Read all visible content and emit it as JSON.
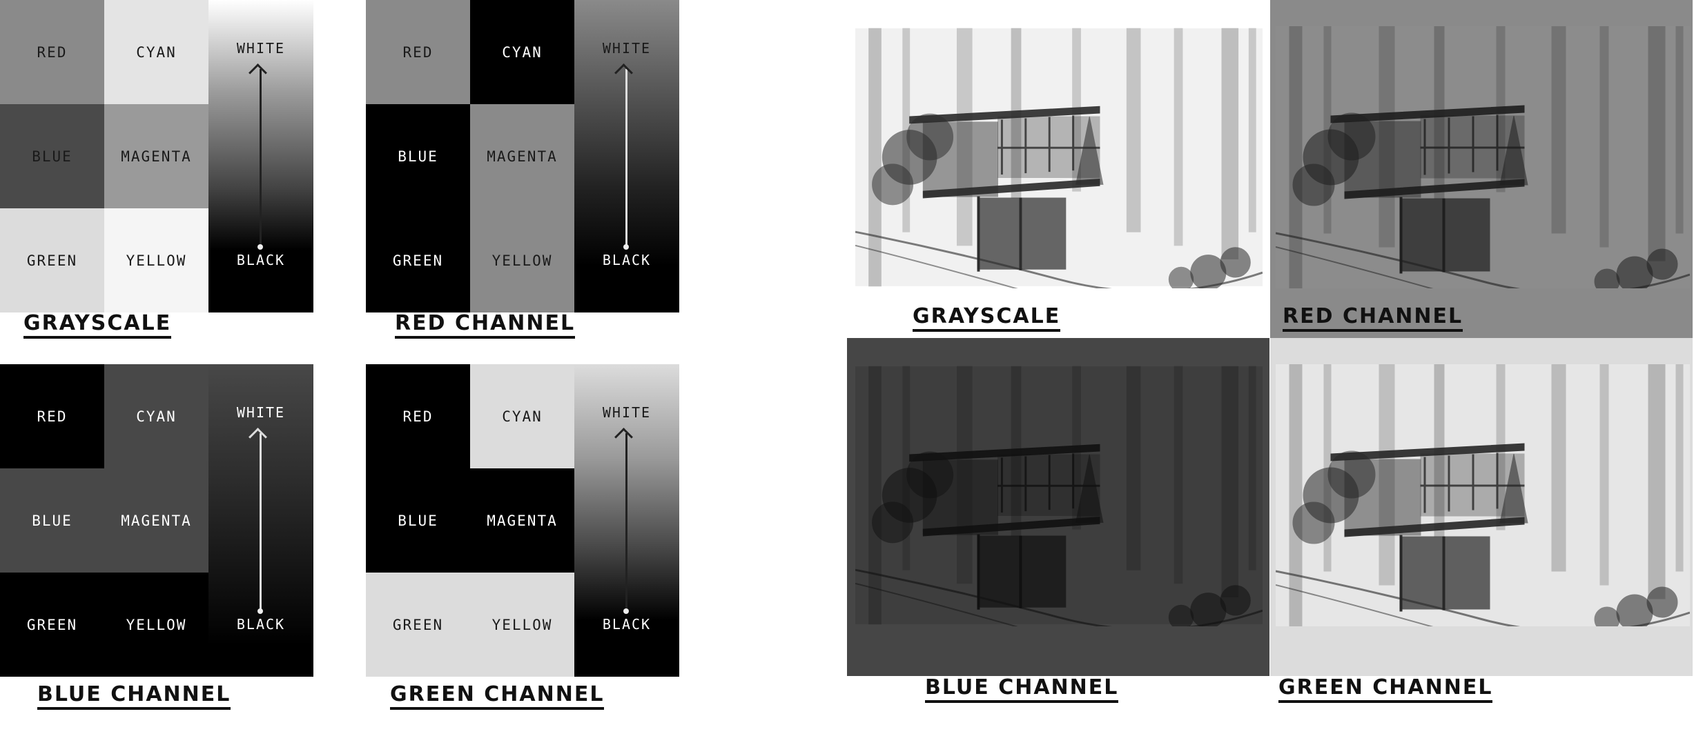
{
  "cell_labels": {
    "red": "RED",
    "cyan": "CYAN",
    "blue": "BLUE",
    "magenta": "MAGENTA",
    "green": "GREEN",
    "yellow": "YELLOW"
  },
  "gradient_labels": {
    "top": "WHITE",
    "bottom": "BLACK"
  },
  "captions": {
    "chart_grayscale": "GRAYSCALE",
    "chart_red": "RED CHANNEL",
    "chart_blue": "BLUE CHANNEL",
    "chart_green": "GREEN CHANNEL",
    "photo_grayscale": "GRAYSCALE",
    "photo_red": "RED CHANNEL",
    "photo_blue": "BLUE CHANNEL",
    "photo_green": "GREEN CHANNEL"
  },
  "colors": {
    "grayscale": {
      "red": "#8a8a8a",
      "cyan": "#e4e4e4",
      "blue": "#4a4a4a",
      "magenta": "#9a9a9a",
      "green": "#dcdcdc",
      "yellow": "#f5f5f5"
    },
    "red_channel": {
      "red": "#8a8a8a",
      "cyan": "#000000",
      "blue": "#000000",
      "magenta": "#8a8a8a",
      "green": "#000000",
      "yellow": "#8a8a8a"
    },
    "blue_channel": {
      "red": "#000000",
      "cyan": "#484848",
      "blue": "#484848",
      "magenta": "#484848",
      "green": "#000000",
      "yellow": "#000000"
    },
    "green_channel": {
      "red": "#000000",
      "cyan": "#dcdcdc",
      "blue": "#000000",
      "magenta": "#000000",
      "green": "#dcdcdc",
      "yellow": "#dcdcdc"
    },
    "photo_bg": {
      "grayscale": "#ffffff",
      "red": "#8a8a8a",
      "blue": "#464646",
      "green": "#dcdcdc"
    }
  }
}
